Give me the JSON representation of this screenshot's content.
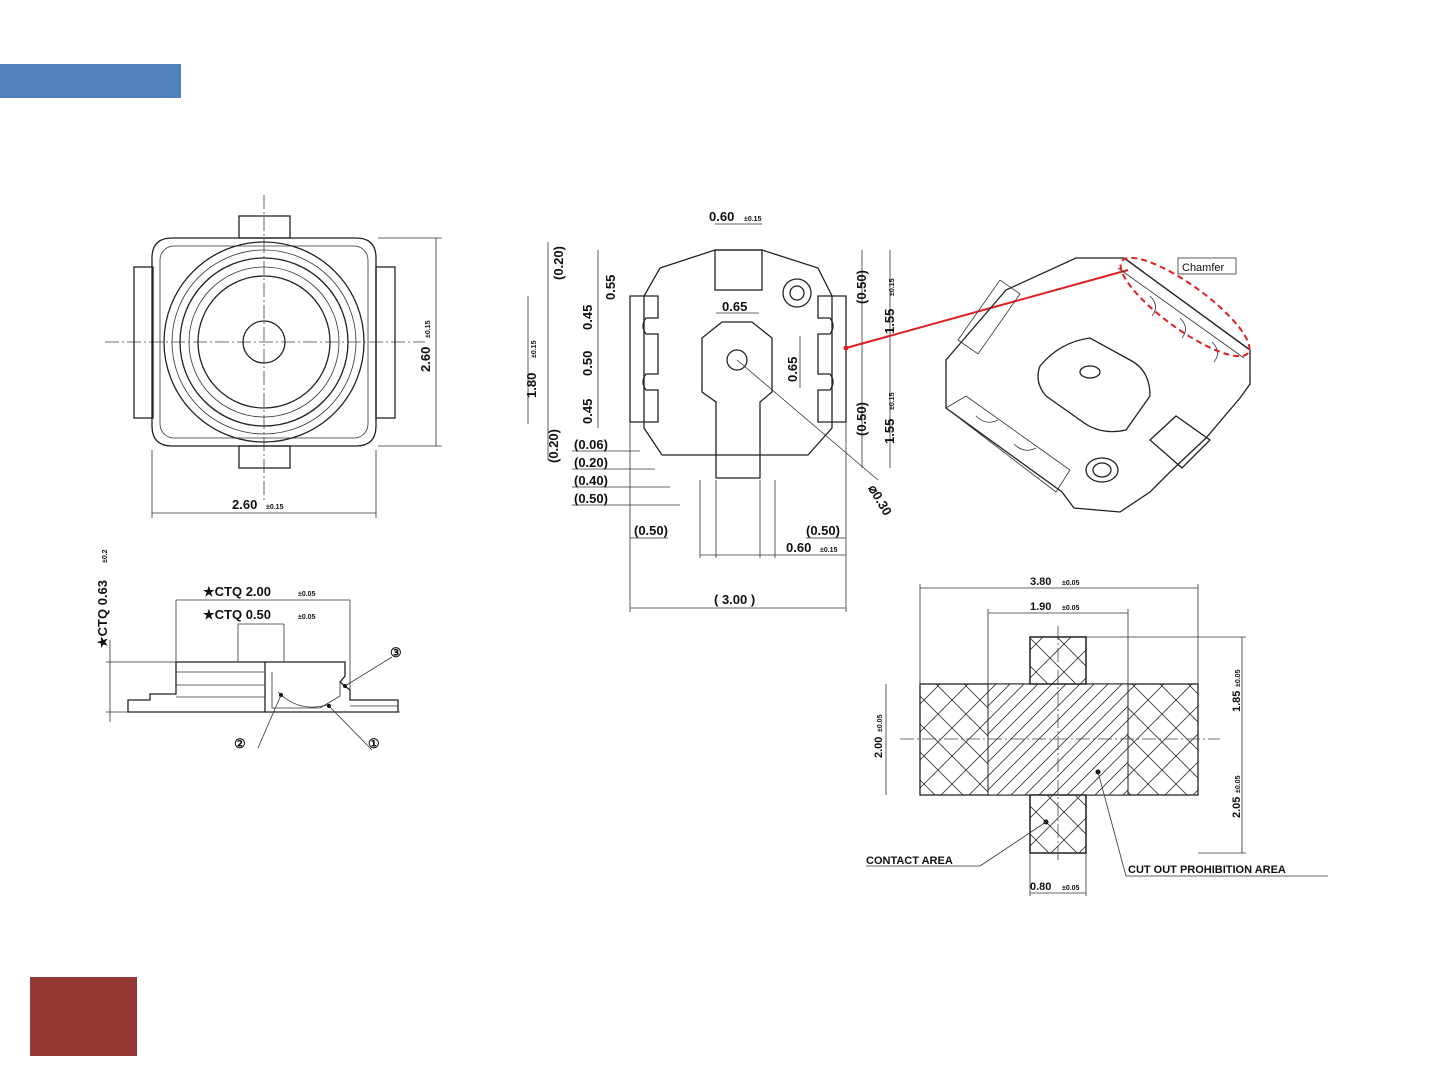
{
  "colors": {
    "header_bar": "#4f81bd",
    "footer_bar": "#953735",
    "callout_line": "#e02020"
  },
  "top_view": {
    "width": "2.60",
    "width_tol": "±0.15",
    "height": "2.60",
    "height_tol": "±0.15"
  },
  "side_view": {
    "height": "★CTQ 0.63",
    "height_tol": "±0.2",
    "diameter_outer": "★CTQ 2.00",
    "diameter_outer_tol": "±0.05",
    "diameter_inner": "★CTQ 0.50",
    "diameter_inner_tol": "±0.05",
    "callouts": [
      "③",
      "②",
      "①"
    ]
  },
  "footprint": {
    "top_width": "0.60",
    "top_width_tol": "±0.15",
    "center_width": "0.65",
    "center_height": "0.65",
    "left_dims": [
      "(0.20)",
      "0.55",
      "0.45",
      "0.50",
      "0.45",
      "(0.20)"
    ],
    "overall_height": "1.80",
    "overall_height_tol": "±0.15",
    "stack_dims": [
      "(0.06)",
      "(0.20)",
      "(0.40)",
      "(0.50)"
    ],
    "right_dims": [
      "(0.50)",
      "1.55",
      "(0.50)",
      "1.55"
    ],
    "right_tol": "±0.15",
    "hole_diameter": "⌀0.30",
    "bottom_left": "(0.50)",
    "bottom_right": "(0.50)",
    "bottom_center": "0.60",
    "bottom_center_tol": "±0.15",
    "overall_width": "( 3.00 )"
  },
  "perspective_view": {
    "chamfer_label": "Chamfer"
  },
  "land_pattern": {
    "width": "3.80",
    "width_tol": "±0.05",
    "inner_width": "1.90",
    "inner_width_tol": "±0.05",
    "height_left": "2.00",
    "height_left_tol": "±0.05",
    "top_height": "1.85",
    "top_height_tol": "±0.05",
    "bottom_height": "2.05",
    "bottom_height_tol": "±0.05",
    "contact_width": "0.80",
    "contact_width_tol": "±0.05",
    "contact_label": "CONTACT AREA",
    "prohibition_label": "CUT OUT PROHIBITION AREA"
  }
}
